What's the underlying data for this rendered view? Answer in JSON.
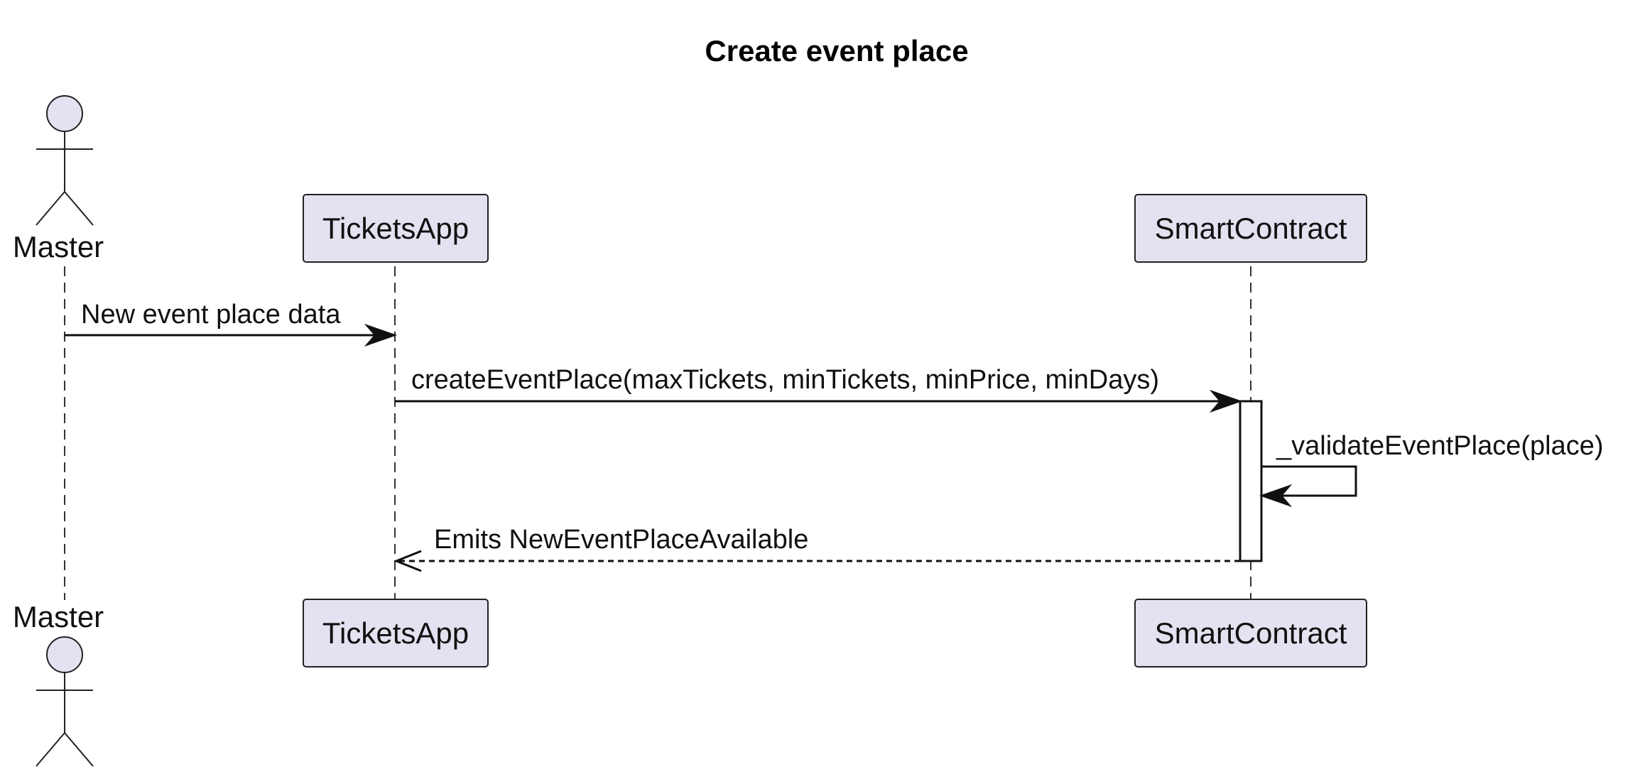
{
  "title": "Create event place",
  "participants": {
    "master": {
      "label": "Master",
      "type": "actor"
    },
    "tickets_app": {
      "label": "TicketsApp",
      "type": "participant"
    },
    "smart_contract": {
      "label": "SmartContract",
      "type": "participant"
    }
  },
  "messages": [
    {
      "from": "Master",
      "to": "TicketsApp",
      "label": "New event place data",
      "style": "sync"
    },
    {
      "from": "TicketsApp",
      "to": "SmartContract",
      "label": "createEventPlace(maxTickets, minTickets, minPrice, minDays)",
      "style": "sync"
    },
    {
      "from": "SmartContract",
      "to": "SmartContract",
      "label": "_validateEventPlace(place)",
      "style": "self"
    },
    {
      "from": "SmartContract",
      "to": "TicketsApp",
      "label": "Emits NewEventPlaceAvailable",
      "style": "return"
    }
  ],
  "colors": {
    "participant_fill": "#e2e2f0",
    "line": "#111111",
    "background": "#ffffff"
  }
}
